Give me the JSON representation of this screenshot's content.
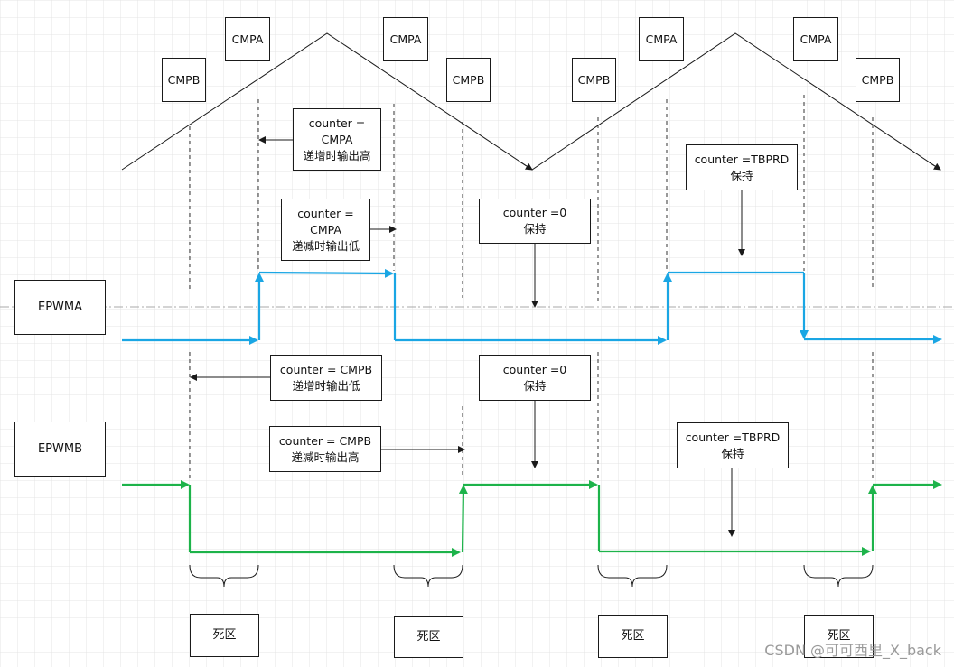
{
  "labels": {
    "cmpa": "CMPA",
    "cmpb": "CMPB",
    "epwma": "EPWMA",
    "epwmb": "EPWMB",
    "dead_zone": "死区"
  },
  "notes": {
    "cmpa_up_line1": "counter =",
    "cmpa_up_line2": "CMPA",
    "cmpa_up_line3": "递增时输出高",
    "cmpa_down_line1": "counter =",
    "cmpa_down_line2": "CMPA",
    "cmpa_down_line3": "递减时输出低",
    "zero_a_line1": "counter =0",
    "zero_a_line2": "保持",
    "tbprd_a_line1": "counter =TBPRD",
    "tbprd_a_line2": "保持",
    "cmpb_up_line1": "counter = CMPB",
    "cmpb_up_line2": "递增时输出低",
    "cmpb_down_line1": "counter = CMPB",
    "cmpb_down_line2": "递减时输出高",
    "zero_b_line1": "counter =0",
    "zero_b_line2": "保持",
    "tbprd_b_line1": "counter =TBPRD",
    "tbprd_b_line2": "保持"
  },
  "watermark": "CSDN @可可西里_X_back",
  "colors": {
    "epwma": "#1aa6e4",
    "epwmb": "#1db34a",
    "line": "#1a1a1a",
    "grid": "#e4e4e4"
  }
}
